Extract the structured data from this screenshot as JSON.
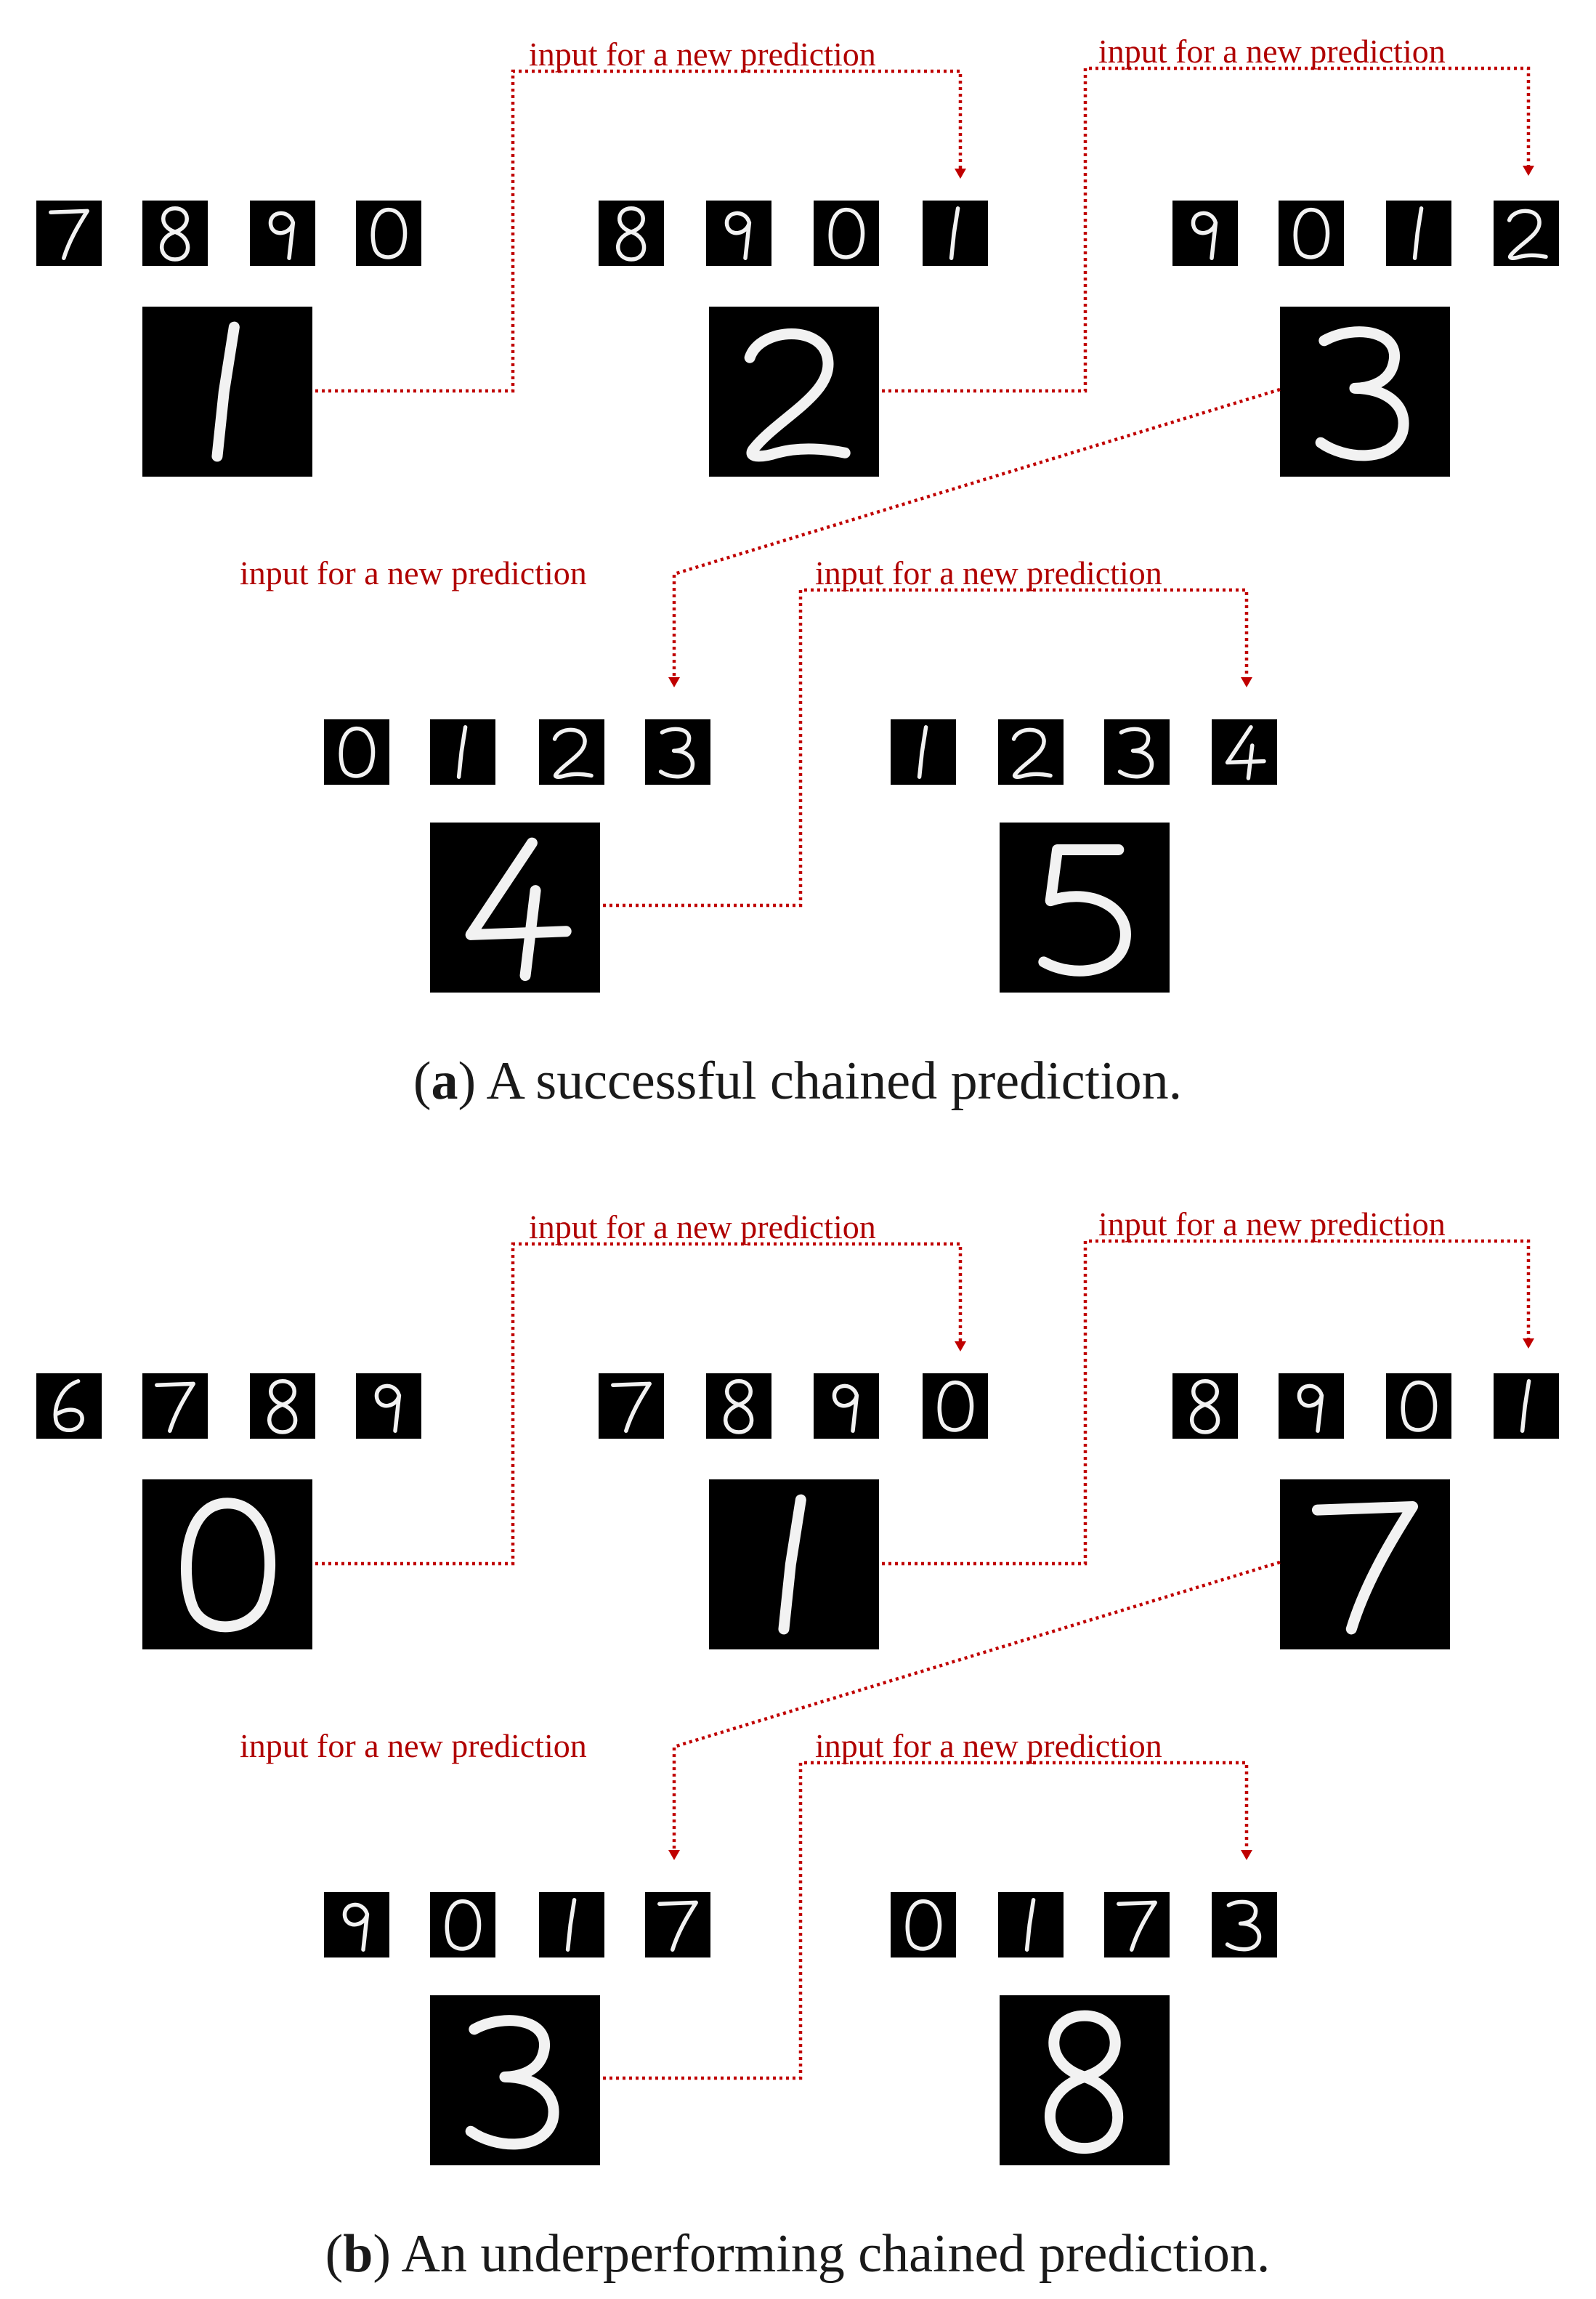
{
  "panels": [
    {
      "id": "a",
      "caption_letter": "a",
      "caption_text": "A successful chained prediction.",
      "steps": [
        {
          "inputs": [
            "7",
            "8",
            "9",
            "0"
          ],
          "output": "1"
        },
        {
          "inputs": [
            "8",
            "9",
            "0",
            "1"
          ],
          "output": "2"
        },
        {
          "inputs": [
            "9",
            "0",
            "1",
            "2"
          ],
          "output": "3"
        },
        {
          "inputs": [
            "0",
            "1",
            "2",
            "3"
          ],
          "output": "4"
        },
        {
          "inputs": [
            "1",
            "2",
            "3",
            "4"
          ],
          "output": "5"
        }
      ]
    },
    {
      "id": "b",
      "caption_letter": "b",
      "caption_text": "An underperforming chained prediction.",
      "steps": [
        {
          "inputs": [
            "6",
            "7",
            "8",
            "9"
          ],
          "output": "0"
        },
        {
          "inputs": [
            "7",
            "8",
            "9",
            "0"
          ],
          "output": "1"
        },
        {
          "inputs": [
            "8",
            "9",
            "0",
            "1"
          ],
          "output": "7"
        },
        {
          "inputs": [
            "9",
            "0",
            "1",
            "7"
          ],
          "output": "3"
        },
        {
          "inputs": [
            "0",
            "1",
            "7",
            "3"
          ],
          "output": "8"
        }
      ]
    }
  ],
  "connector_label": "input for a new prediction",
  "colors": {
    "connector": "#c00000",
    "label": "#b00000",
    "tile": "#000000",
    "stroke": "#f2f2f2"
  }
}
